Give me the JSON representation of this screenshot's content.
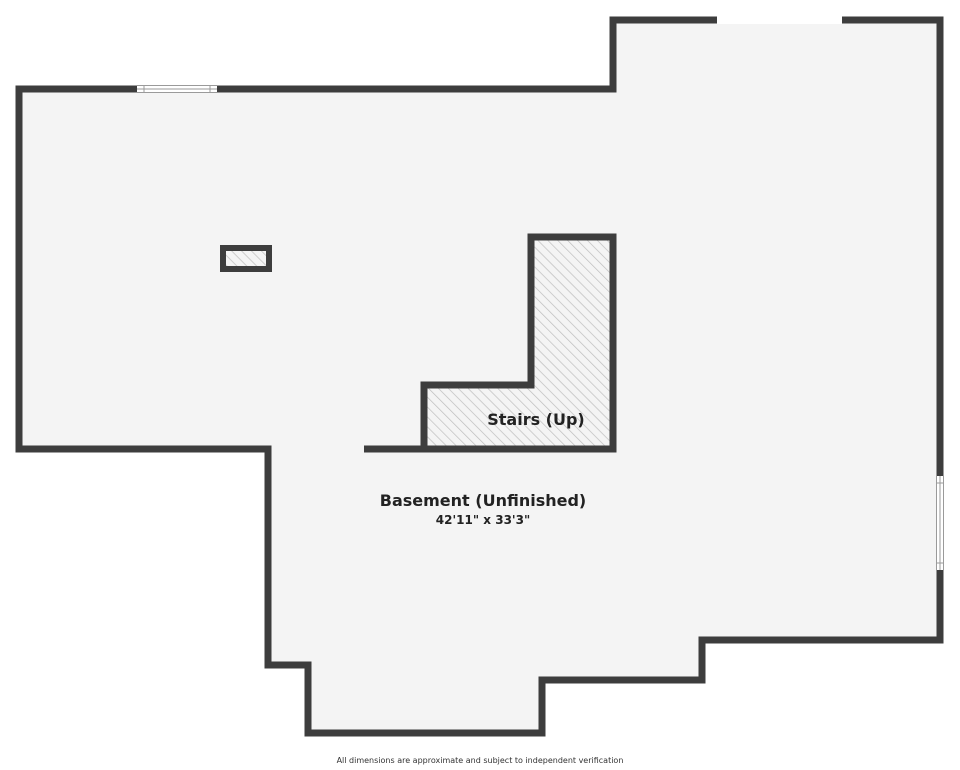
{
  "rooms": {
    "basement": {
      "name": "Basement (Unfinished)",
      "dimensions": "42'11\" x 33'3\""
    },
    "stairs": {
      "name": "Stairs (Up)"
    }
  },
  "footer": {
    "disclaimer": "All dimensions are approximate and subject to independent verification"
  },
  "colors": {
    "wall": "#3d3d3d",
    "floor": "#f4f4f4",
    "hatch": "#bdbdbd",
    "window": "#ffffff"
  }
}
